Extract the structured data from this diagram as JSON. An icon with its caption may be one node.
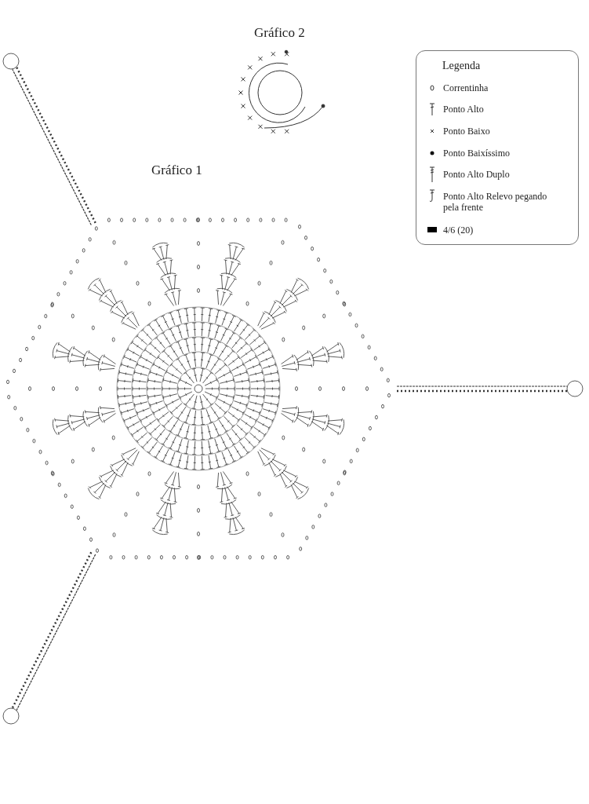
{
  "diagram": {
    "labels": [
      "Gráfico 2",
      "Gráfico 1",
      "Legenda"
    ],
    "legend": [
      {
        "text": "Correntinha"
      },
      {
        "text": "Ponto Alto"
      },
      {
        "text": "Ponto Baixo"
      },
      {
        "text": "Ponto Baixíssimo"
      },
      {
        "text": "Ponto Alto Duplo"
      },
      {
        "text": "Ponto Alto Relevo pegando pela frente"
      },
      {
        "text": "4/6 (20)",
        "color": "#000000"
      }
    ]
  }
}
